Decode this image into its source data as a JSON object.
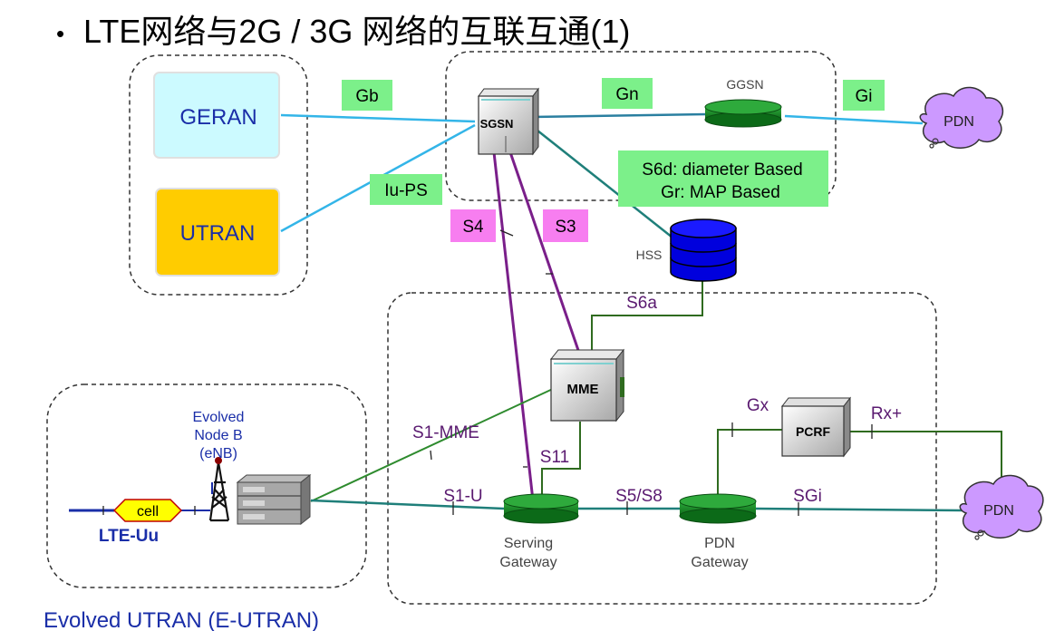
{
  "title": "LTE网络与2G / 3G 网络的互联互通(1)",
  "bullet": "•",
  "nodes": {
    "geran": "GERAN",
    "utran": "UTRAN",
    "sgsn": "SGSN",
    "ggsn": "GGSN",
    "hss": "HSS",
    "mme": "MME",
    "pcrf": "PCRF",
    "pdn_top": "PDN",
    "pdn_bottom": "PDN",
    "cell": "cell",
    "enb_line1": "Evolved",
    "enb_line2": "Node B",
    "enb_line3": "(eNB)",
    "serving_gw_line1": "Serving",
    "serving_gw_line2": "Gateway",
    "pdn_gw_line1": "PDN",
    "pdn_gw_line2": "Gateway"
  },
  "interfaces": {
    "gb": "Gb",
    "iu_ps": "Iu-PS",
    "gn": "Gn",
    "gi": "Gi",
    "s6d_line1": "S6d: diameter Based",
    "s6d_line2": "Gr: MAP Based",
    "s4": "S4",
    "s3": "S3",
    "s6a": "S6a",
    "s1_mme": "S1-MME",
    "s11": "S11",
    "s1_u": "S1-U",
    "s5_s8": "S5/S8",
    "sgi": "SGi",
    "gx": "Gx",
    "rx": "Rx+",
    "lte_uu": "LTE-Uu"
  },
  "eutran_label": "Evolved UTRAN (E-UTRAN)",
  "colors": {
    "label_green": "#7cf08a",
    "label_pink": "#f77ef0",
    "geran_fill": "#ccfaff",
    "utran_fill": "#ffcc00",
    "link_blue": "#33b5e8",
    "link_teal": "#1f7f7a",
    "link_purple": "#7a1f8a",
    "link_green": "#2e8b2e",
    "link_olive": "#2f6b1f",
    "gw_green": "#1f8f2a",
    "hss_blue": "#0000dd",
    "pdn_cloud": "#cc99ff",
    "text_blue": "#1a2ea8",
    "text_purple": "#5a1a70"
  }
}
